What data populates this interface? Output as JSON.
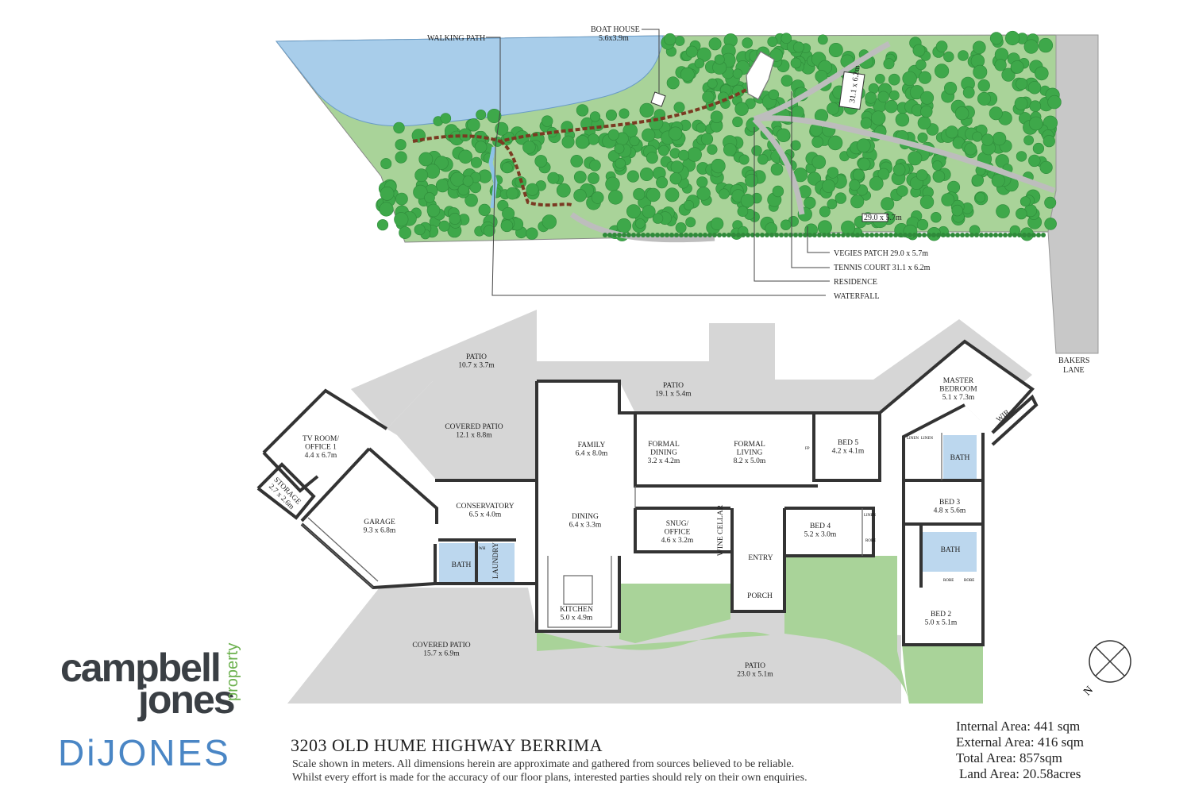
{
  "site_plan": {
    "labels": {
      "walking_path": "WALKING PATH",
      "boat_house": "BOAT HOUSE",
      "boat_house_dim": "5.6x3.9m",
      "vegies_patch": "VEGIES PATCH 29.0 x 5.7m",
      "tennis_court": "TENNIS COURT 31.1 x 6.2m",
      "residence": "RESIDENCE",
      "waterfall": "WATERFALL",
      "bakers_lane_1": "BAKERS",
      "bakers_lane_2": "LANE",
      "tennis_court_dim": "31.1 x 6.2m",
      "vegies_dim": "29.0 x 5.7m"
    },
    "colors": {
      "water": "#a8cdea",
      "grass": "#a9d399",
      "trees": "#3ea84a",
      "road": "#c8c8c8",
      "path": "#7a3a22"
    }
  },
  "floor_plan": {
    "rooms": [
      {
        "id": "patio_nw",
        "name": "PATIO",
        "dim": "10.7 x 3.7m"
      },
      {
        "id": "patio_n",
        "name": "PATIO",
        "dim": "19.1 x 5.4m"
      },
      {
        "id": "master",
        "name": "MASTER",
        "name2": "BEDROOM",
        "dim": "5.1 x 7.3m"
      },
      {
        "id": "wir",
        "name": "WIR"
      },
      {
        "id": "tv",
        "name": "TV ROOM/",
        "name2": "OFFICE 1",
        "dim": "4.4 x 6.7m"
      },
      {
        "id": "storage",
        "name": "STORAGE",
        "dim": "2.7 x 2.6m"
      },
      {
        "id": "cov_patio_n",
        "name": "COVERED PATIO",
        "dim": "12.1 x 8.8m"
      },
      {
        "id": "family",
        "name": "FAMILY",
        "dim": "6.4 x 8.0m"
      },
      {
        "id": "formal_dining",
        "name": "FORMAL",
        "name2": "DINING",
        "dim": "3.2 x 4.2m"
      },
      {
        "id": "formal_living",
        "name": "FORMAL",
        "name2": "LIVING",
        "dim": "8.2 x 5.0m"
      },
      {
        "id": "bed5",
        "name": "BED 5",
        "dim": "4.2 x 4.1m"
      },
      {
        "id": "bath_master",
        "name": "BATH"
      },
      {
        "id": "garage",
        "name": "GARAGE",
        "dim": "9.3 x 6.8m"
      },
      {
        "id": "conservatory",
        "name": "CONSERVATORY",
        "dim": "6.5 x 4.0m"
      },
      {
        "id": "dining",
        "name": "DINING",
        "dim": "6.4 x 3.3m"
      },
      {
        "id": "snug",
        "name": "SNUG/",
        "name2": "OFFICE",
        "dim": "4.6 x 3.2m"
      },
      {
        "id": "wine",
        "name": "WINE CELLAR"
      },
      {
        "id": "bed4",
        "name": "BED 4",
        "dim": "5.2 x 3.0m"
      },
      {
        "id": "bed3",
        "name": "BED 3",
        "dim": "4.8 x 5.6m"
      },
      {
        "id": "bath_s",
        "name": "BATH"
      },
      {
        "id": "laundry",
        "name": "LAUNDRY"
      },
      {
        "id": "entry",
        "name": "ENTRY"
      },
      {
        "id": "bath_mid",
        "name": "BATH"
      },
      {
        "id": "porch",
        "name": "PORCH"
      },
      {
        "id": "kitchen",
        "name": "KITCHEN",
        "dim": "5.0 x 4.9m"
      },
      {
        "id": "bed2",
        "name": "BED 2",
        "dim": "5.0 x 5.1m"
      },
      {
        "id": "cov_patio_s",
        "name": "COVERED PATIO",
        "dim": "15.7 x 6.9m"
      },
      {
        "id": "patio_s",
        "name": "PATIO",
        "dim": "23.0 x 5.1m"
      }
    ],
    "small_labels": {
      "linen": "LINEN",
      "robe": "ROBE",
      "fp": "FP",
      "wh": "WH"
    },
    "compass_letter": "N"
  },
  "branding": {
    "brand1_line1": "campbell",
    "brand1_line2": "jones",
    "brand1_side": "property",
    "brand2": "DiJONES"
  },
  "footer": {
    "address": "3203 OLD HUME HIGHWAY BERRIMA",
    "disclaimer_1": "Scale shown in meters. All dimensions herein are approximate and gathered from sources believed to be reliable.",
    "disclaimer_2": "Whilst every effort is made for the accuracy of our floor plans, interested parties should rely on their own enquiries.",
    "internal_area": "Internal Area: 441 sqm",
    "external_area": "External Area: 416 sqm",
    "total_area": "Total Area: 857sqm",
    "land_area": "Land Area: 20.58acres"
  }
}
